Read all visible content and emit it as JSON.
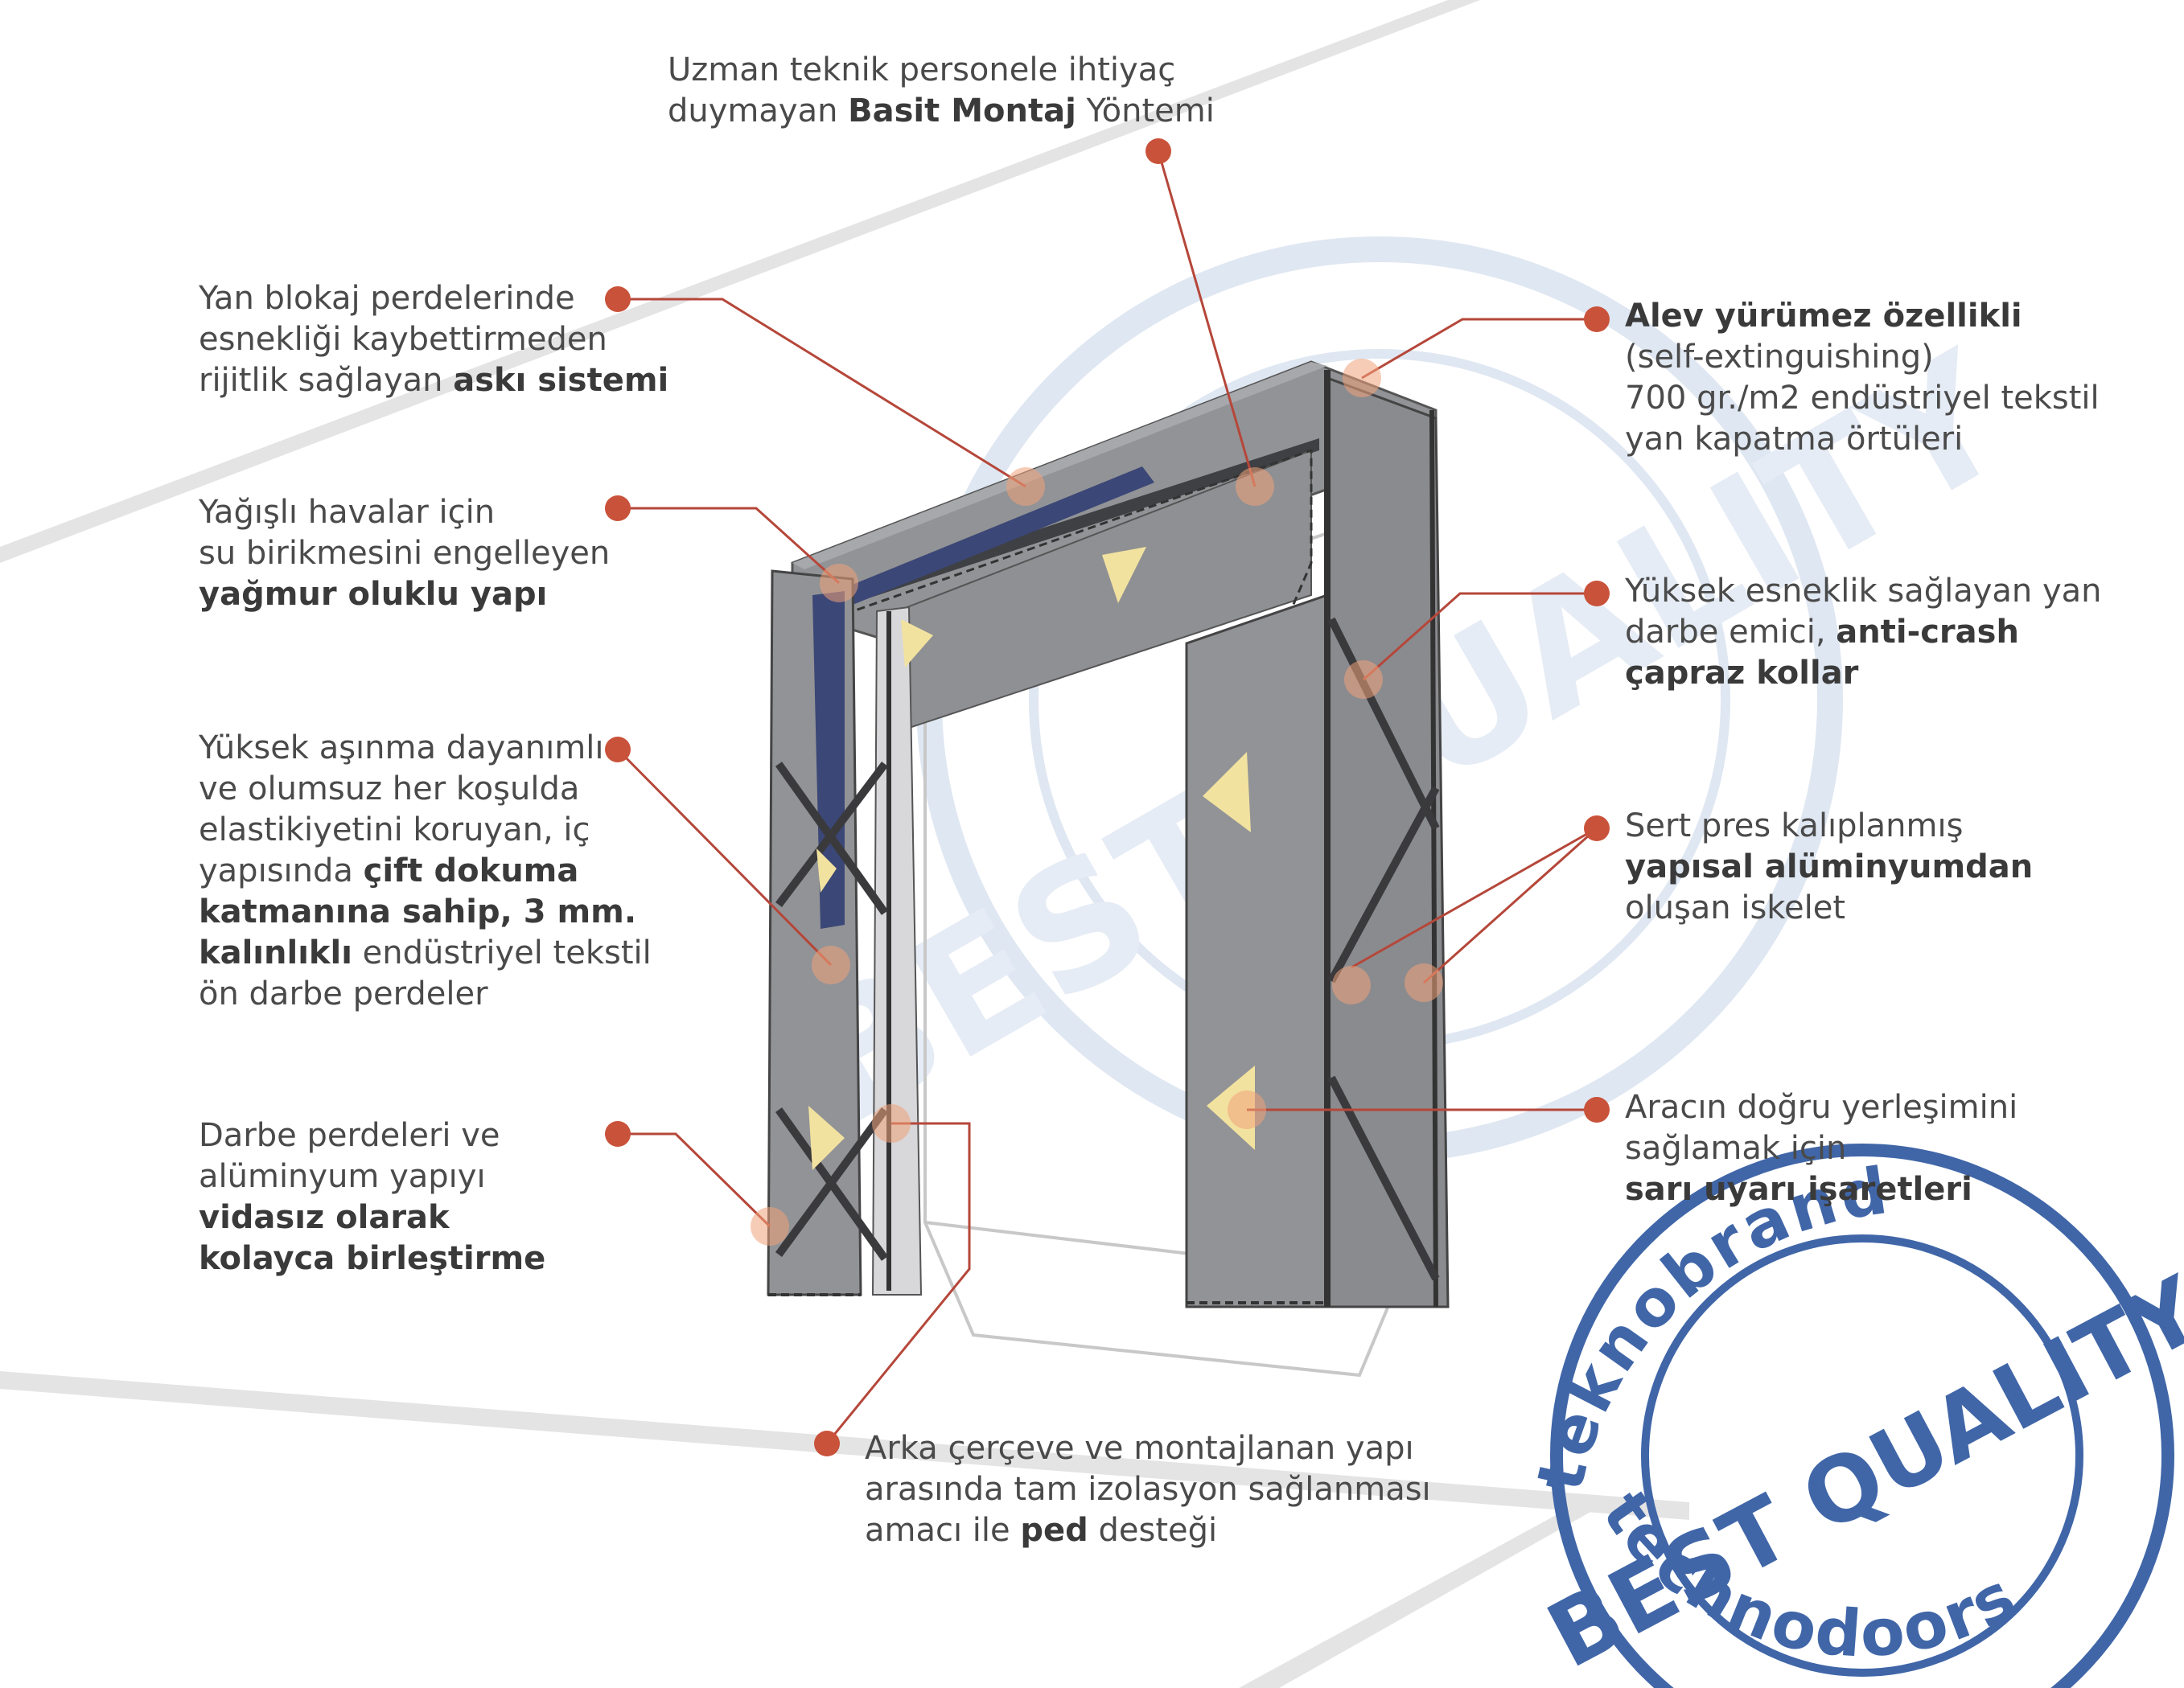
{
  "callouts": [
    {
      "id": "simple-mounting",
      "lines": [
        [
          [
            "Uzman teknik personele ihtiyaç",
            false
          ]
        ],
        [
          [
            "duymayan ",
            false
          ],
          [
            "Basit Montaj",
            true
          ],
          [
            " Yöntemi",
            false
          ]
        ]
      ]
    },
    {
      "id": "hanger-system",
      "lines": [
        [
          [
            "Yan blokaj perdelerinde",
            false
          ]
        ],
        [
          [
            "esnekliği kaybettirmeden",
            false
          ]
        ],
        [
          [
            "rijitlik sağlayan ",
            false
          ],
          [
            "askı sistemi",
            true
          ]
        ]
      ]
    },
    {
      "id": "rain-gutter",
      "lines": [
        [
          [
            "Yağışlı havalar için",
            false
          ]
        ],
        [
          [
            "su birikmesini engelleyen",
            false
          ]
        ],
        [
          [
            "yağmur oluklu yapı",
            true
          ]
        ]
      ]
    },
    {
      "id": "double-weave-curtains",
      "lines": [
        [
          [
            "Yüksek aşınma dayanımlı",
            false
          ]
        ],
        [
          [
            "ve olumsuz her koşulda",
            false
          ]
        ],
        [
          [
            "elastikiyetini koruyan, iç",
            false
          ]
        ],
        [
          [
            "yapısında ",
            false
          ],
          [
            "çift dokuma",
            true
          ]
        ],
        [
          [
            "katmanına sahip, 3 mm.",
            true
          ]
        ],
        [
          [
            "kalınlıklı",
            true
          ],
          [
            " endüstriyel tekstil",
            false
          ]
        ],
        [
          [
            "ön darbe perdeler",
            false
          ]
        ]
      ]
    },
    {
      "id": "screwless-assembly",
      "lines": [
        [
          [
            "Darbe perdeleri ve",
            false
          ]
        ],
        [
          [
            "alüminyum yapıyı",
            false
          ]
        ],
        [
          [
            "vidasız olarak",
            true
          ]
        ],
        [
          [
            "kolayca birleştirme",
            true
          ]
        ]
      ]
    },
    {
      "id": "flame-retardant",
      "lines": [
        [
          [
            "Alev yürümez özellikli",
            true
          ]
        ],
        [
          [
            "(self-extinguishing)",
            false
          ]
        ],
        [
          [
            "700 gr./m2 endüstriyel tekstil",
            false
          ]
        ],
        [
          [
            "yan kapatma örtüleri",
            false
          ]
        ]
      ]
    },
    {
      "id": "anti-crash-arms",
      "lines": [
        [
          [
            "Yüksek esneklik sağlayan yan",
            false
          ]
        ],
        [
          [
            "darbe emici, ",
            false
          ],
          [
            "anti-crash",
            true
          ]
        ],
        [
          [
            "çapraz kollar",
            true
          ]
        ]
      ]
    },
    {
      "id": "aluminium-skeleton",
      "lines": [
        [
          [
            "Sert pres kalıplanmış",
            false
          ]
        ],
        [
          [
            "yapısal alüminyumdan",
            true
          ]
        ],
        [
          [
            "oluşan iskelet",
            false
          ]
        ]
      ]
    },
    {
      "id": "yellow-markers",
      "lines": [
        [
          [
            "Aracın doğru yerleşimini",
            false
          ]
        ],
        [
          [
            "sağlamak için",
            false
          ]
        ],
        [
          [
            "sarı uyarı işaretleri",
            true
          ]
        ]
      ]
    },
    {
      "id": "pad-support",
      "lines": [
        [
          [
            "Arka çerçeve ve montajlanan yapı",
            false
          ]
        ],
        [
          [
            "arasında tam izolasyon sağlanması",
            false
          ]
        ],
        [
          [
            "amacı ile ",
            false
          ],
          [
            "ped",
            true
          ],
          [
            " desteği",
            false
          ]
        ]
      ]
    }
  ],
  "stamp": {
    "brand": "teknobrand",
    "quality": "BEST QUALITY",
    "product": "technodoors"
  },
  "colors": {
    "accent": "#c9523a",
    "stamp": "#4066a8",
    "frame": "#8c8c8e",
    "marker": "#f2e2a0"
  }
}
